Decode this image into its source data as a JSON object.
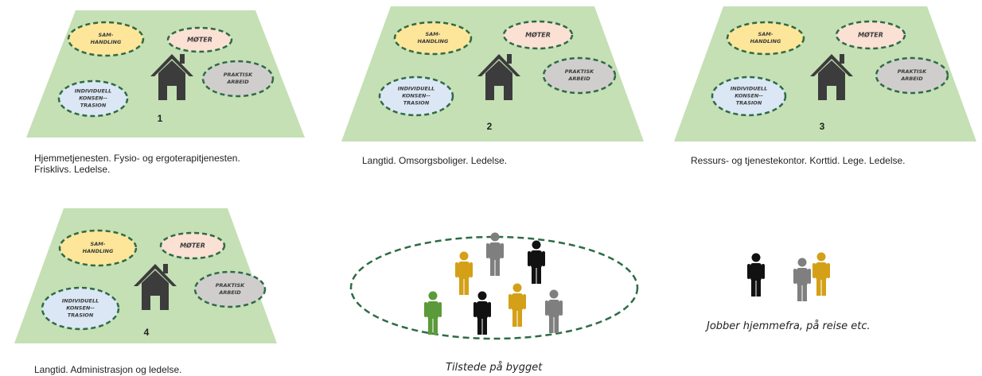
{
  "colors": {
    "ground": "#c5e0b4",
    "dash": "#2e6b47",
    "samhandling": "#fde699",
    "moter": "#fbe0d4",
    "praktisk": "#d0cecd",
    "individuell": "#dbe7f5",
    "house": "#3c3c3c",
    "person_black": "#111111",
    "person_gray": "#7f7f7f",
    "person_gold": "#d4a017",
    "person_green": "#5b9a3a"
  },
  "zones": {
    "samhandling": "SAM-\nHANDLING",
    "moter": "MØTER",
    "praktisk": "PRAKTISK\nARBEID",
    "individuell": "INDIVIDUELL\nKONSEN--\nTRASION"
  },
  "panels": [
    {
      "number": "1",
      "caption": "Hjemmetjenesten. Fysio- og ergoterapitjenesten.\nFrisklivs. Ledelse."
    },
    {
      "number": "2",
      "caption": "Langtid. Omsorgsboliger. Ledelse."
    },
    {
      "number": "3",
      "caption": "Ressurs- og tjenestekontor. Korttid. Lege. Ledelse."
    },
    {
      "number": "4",
      "caption": "Langtid. Administrasjon og ledelse."
    }
  ],
  "legend": {
    "onsite_label": "Tilstede på bygget",
    "remote_label": "Jobber hjemmefra, på reise etc."
  }
}
